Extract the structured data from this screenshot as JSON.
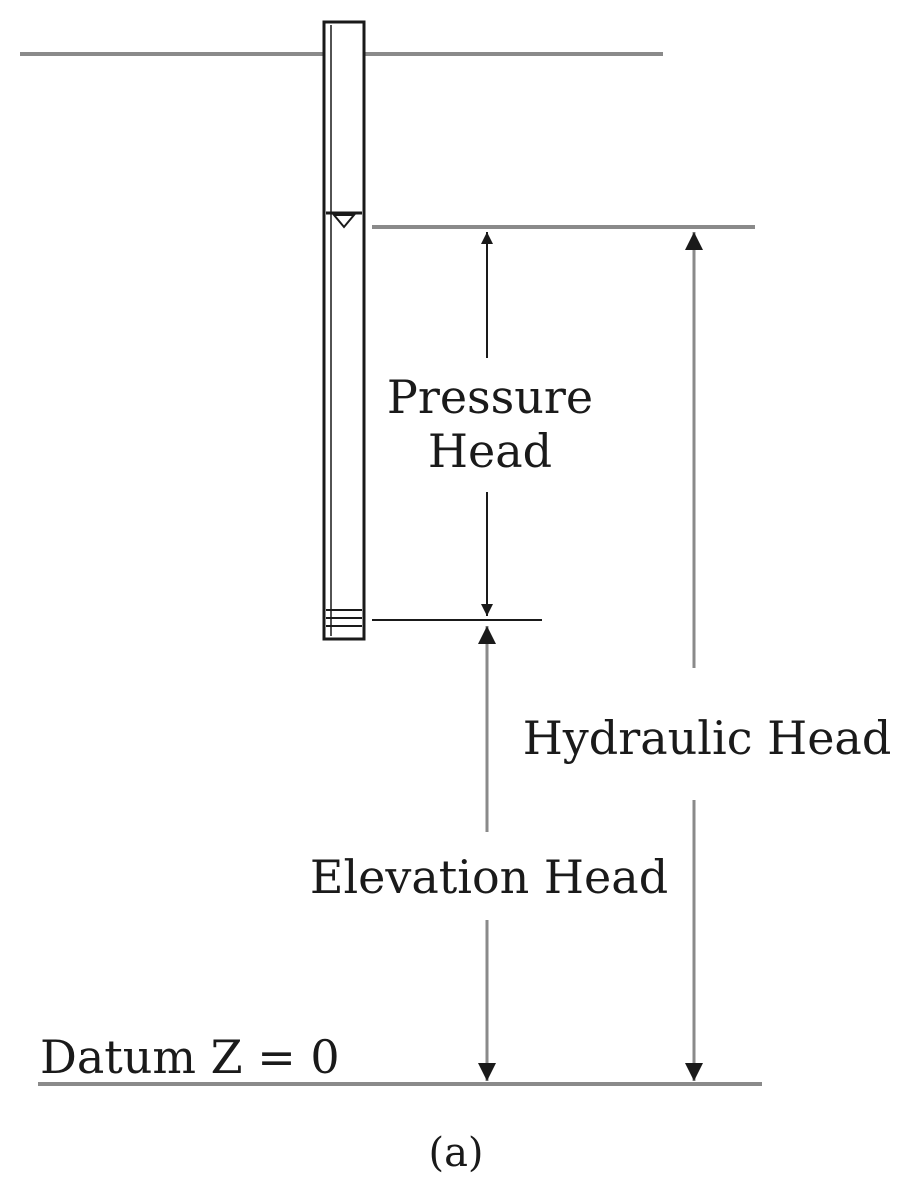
{
  "labels": {
    "pressure_head_line1": "Pressure",
    "pressure_head_line2": "Head",
    "hydraulic_head": "Hydraulic Head",
    "elevation_head": "Elevation Head",
    "datum": "Datum Z = 0"
  },
  "caption": "(a)",
  "colors": {
    "stroke": "#1a1a1a",
    "guide_line": "#8a8a8a"
  }
}
